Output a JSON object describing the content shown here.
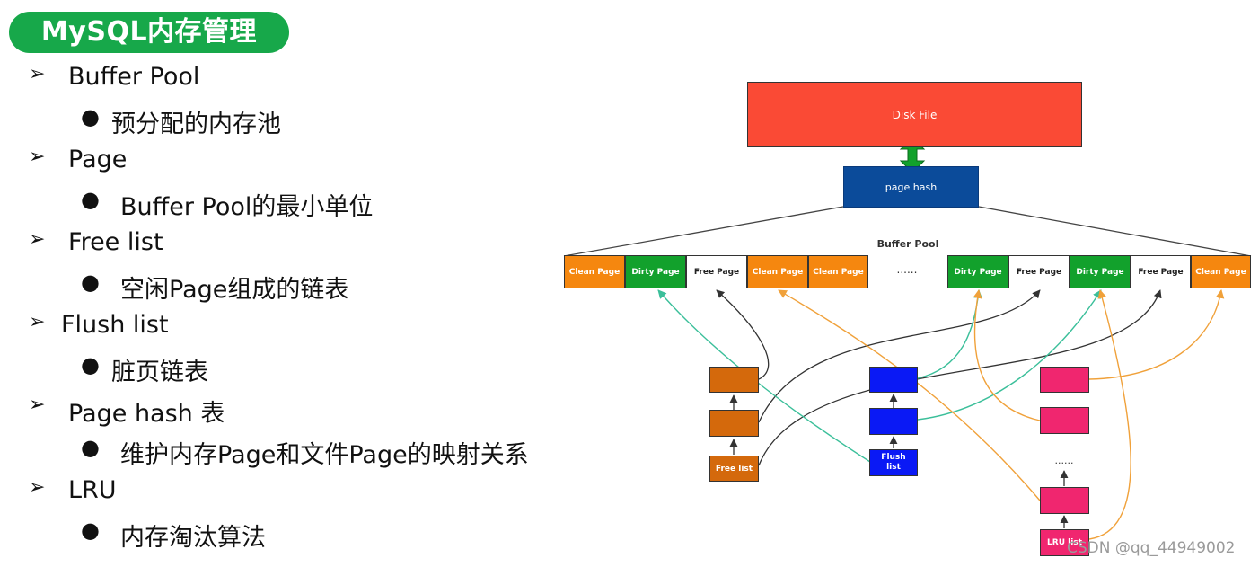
{
  "title": "MySQL内存管理",
  "outline": [
    {
      "level": 1,
      "marker": "➢",
      "text": "Buffer Pool"
    },
    {
      "level": 2,
      "marker": "●",
      "text": "预分配的内存池"
    },
    {
      "level": 1,
      "marker": "➢",
      "text": "Page"
    },
    {
      "level": 2,
      "marker": "●",
      "text": "Buffer Pool的最小单位"
    },
    {
      "level": 1,
      "marker": "➢",
      "text": "Free list"
    },
    {
      "level": 2,
      "marker": "●",
      "text": "空闲Page组成的链表"
    },
    {
      "level": 1,
      "marker": "➢",
      "text": "Flush list"
    },
    {
      "level": 2,
      "marker": "●",
      "text": "脏页链表"
    },
    {
      "level": 1,
      "marker": "➢",
      "text": "Page hash 表"
    },
    {
      "level": 2,
      "marker": "●",
      "text": "维护内存Page和文件Page的映射关系"
    },
    {
      "level": 1,
      "marker": "➢",
      "text": "LRU"
    },
    {
      "level": 2,
      "marker": "●",
      "text": "内存淘汰算法"
    }
  ],
  "diagram": {
    "disk_file": "Disk File",
    "page_hash": "page hash",
    "buffer_pool_label": "Buffer Pool",
    "ellipsis": "......",
    "pages_left": [
      "Clean Page",
      "Dirty Page",
      "Free Page",
      "Clean Page",
      "Clean Page"
    ],
    "pages_right": [
      "Dirty Page",
      "Free Page",
      "Dirty Page",
      "Free Page",
      "Clean Page"
    ],
    "free_list_label": "Free list",
    "flush_list_label": "Flush list",
    "lru_list_label": "LRU list",
    "lru_ellipsis": "......",
    "colors": {
      "disk": "#fa4a35",
      "page_hash": "#0b4b9a",
      "clean": "#f5870f",
      "dirty": "#12a12c",
      "free_list": "#d4690c",
      "flush_list": "#0a19f5",
      "lru_list": "#f0266f",
      "teal_arrow": "#3bbf9a",
      "orange_arrow": "#f0a13a",
      "dark_arrow": "#333333",
      "title_bg": "#17a84a"
    }
  },
  "watermark": "CSDN @qq_44949002"
}
